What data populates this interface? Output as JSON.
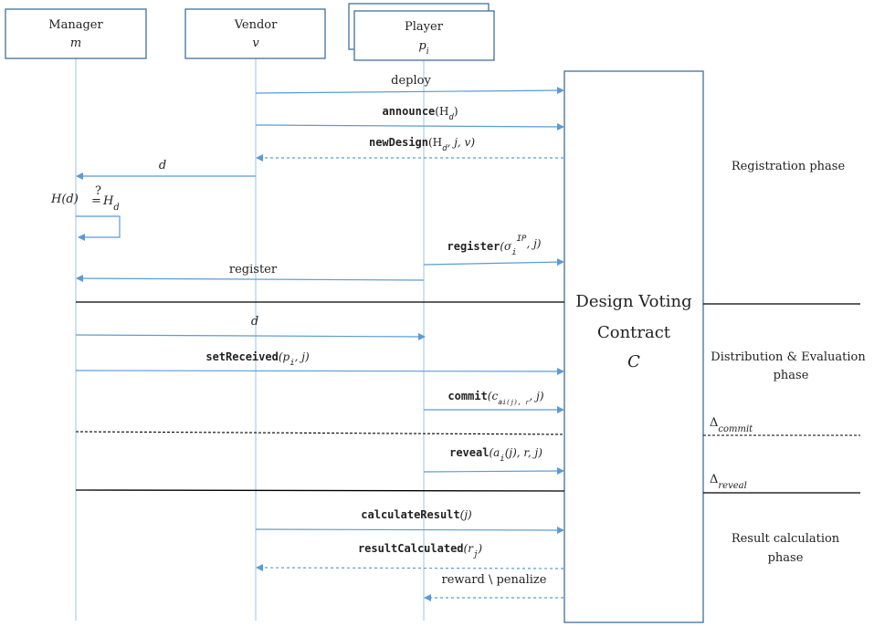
{
  "participants": {
    "manager": {
      "name": "Manager",
      "symbol": "m"
    },
    "vendor": {
      "name": "Vendor",
      "symbol": "v"
    },
    "player": {
      "name": "Player",
      "symbol": "p",
      "sub": "i"
    }
  },
  "contract": {
    "line1": "Design Voting",
    "line2": "Contract",
    "symbol": "C"
  },
  "messages": {
    "deploy": "deploy",
    "announce": {
      "fn": "announce",
      "args": "(H",
      "sub": "d",
      "end": ")"
    },
    "newDesign": {
      "fn": "newDesign",
      "args": "(H",
      "sub": "d",
      "end": ", j, v)"
    },
    "d1": "d",
    "hash_check": {
      "left": "H(d)",
      "q": "?",
      "eq": "=",
      "right": "H",
      "sub": "d"
    },
    "register_call": {
      "fn": "register",
      "args": "(σ",
      "sub": "i",
      "sup": "IP",
      "end": ", j)"
    },
    "register_back": "register",
    "d2": "d",
    "setReceived": {
      "fn": "setReceived",
      "args": "(p",
      "sub": "i",
      "end": ", j)"
    },
    "commit": {
      "fn": "commit",
      "args": "(c",
      "sub": "a",
      "subsub": "i(j), r",
      "end": ", j)"
    },
    "reveal": {
      "fn": "reveal",
      "args": "(a",
      "sub": "i",
      "end": "(j), r, j)"
    },
    "calculateResult": {
      "fn": "calculateResult",
      "args": "(j)"
    },
    "resultCalculated": {
      "fn": "resultCalculated",
      "args": "(r",
      "sub": "j",
      "end": ")"
    },
    "reward": "reward \\ penalize"
  },
  "phases": {
    "registration": "Registration phase",
    "distribution_1": "Distribution & Evaluation",
    "distribution_2": "phase",
    "result_1": "Result calculation",
    "result_2": "phase"
  },
  "deadlines": {
    "commit": {
      "symbol": "Δ",
      "sub": "commit"
    },
    "reveal": {
      "symbol": "Δ",
      "sub": "reveal"
    }
  },
  "colors": {
    "arrow": "#5b9bd5",
    "box_border": "#41719c",
    "divider": "#000000"
  }
}
